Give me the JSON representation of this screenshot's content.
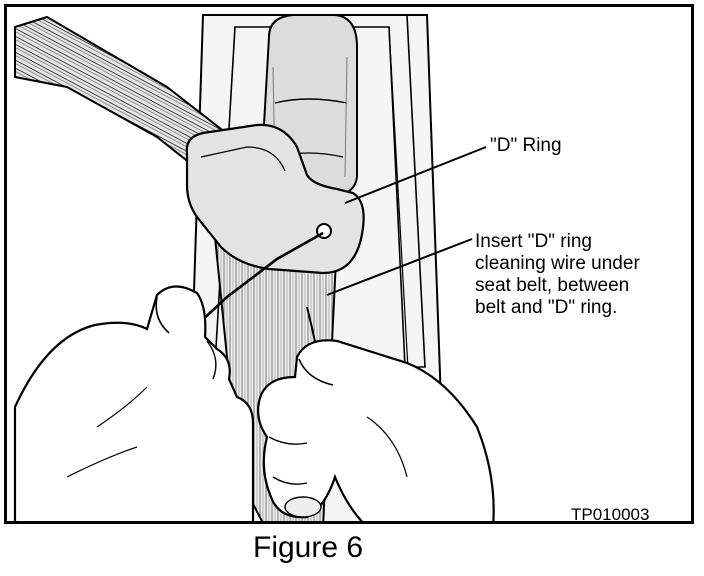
{
  "figure": {
    "caption": "Figure 6",
    "code": "TP010003"
  },
  "callouts": {
    "d_ring": "\"D\" Ring",
    "insert_lines": [
      "Insert \"D\" ring",
      "cleaning wire under",
      "seat belt, between",
      "belt and \"D\" ring."
    ]
  },
  "colors": {
    "line": "#000000",
    "paper": "#ffffff",
    "shade": "#d9d9d9",
    "shade_light": "#ececec"
  }
}
